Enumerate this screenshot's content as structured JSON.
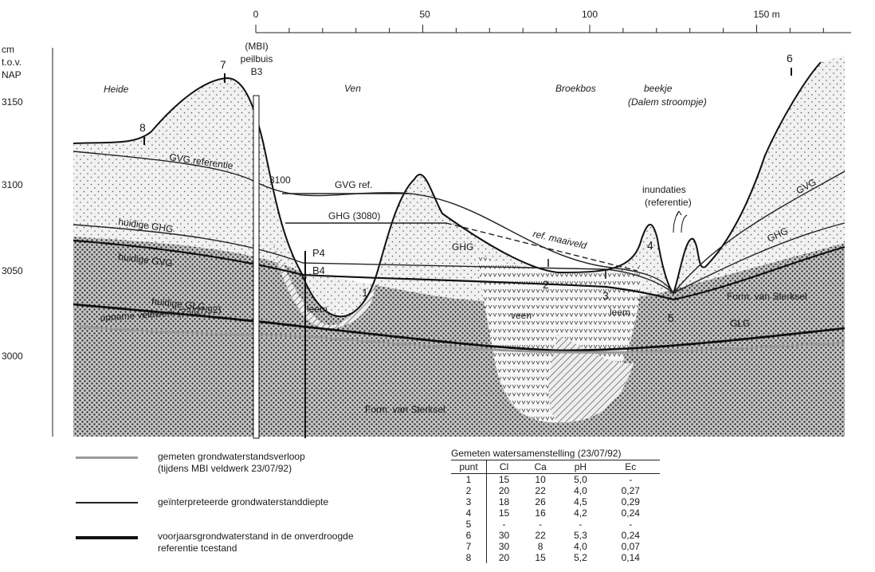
{
  "scale": {
    "ticks": [
      "0",
      "50",
      "100",
      "150 m"
    ]
  },
  "yaxis": {
    "title": [
      "cm",
      "t.o.v.",
      "NAP"
    ],
    "ticks": [
      "3150",
      "3100",
      "3050",
      "3000"
    ]
  },
  "places": {
    "heide": "Heide",
    "ven": "Ven",
    "broekbos": "Broekbos",
    "beekje": "beekje",
    "beekje_sub": "(Dalem stroompje)"
  },
  "piezometer": {
    "line1": "(MBI)",
    "line2": "peilbuis",
    "line3": "B3",
    "level": "3100"
  },
  "borehole": {
    "p": "P4",
    "b": "B4"
  },
  "points": [
    "1",
    "2",
    "3",
    "4",
    "5",
    "6",
    "7",
    "8"
  ],
  "labels": {
    "gvg_referentie": "GVG referentie",
    "gvg_ref": "GVG ref.",
    "ghg_3080": "GHG (3080)",
    "ref_maaiveld": "ref. maaiveld",
    "huidige_ghg": "huidige GHG",
    "huidige_gvg": "huidige GVG",
    "huidige_glg": "huidige GLG",
    "opname_veldwerk": "opname veldwerk (23/07/92)",
    "ghg": "GHG",
    "gvg": "GVG",
    "glg": "GLG",
    "leem1": "leem",
    "leem2": "leem",
    "veen": "veen",
    "inundaties1": "inundaties",
    "inundaties2": "(referentie)",
    "form_sterksel_1": "Form. van Sterksel",
    "form_sterksel_2": "Form. van Sterksel"
  },
  "legend": [
    {
      "text": "gemeten grondwaterstandsverloop\n(tijdens MBI veldwerk 23/07/92)"
    },
    {
      "text": "geïnterpreteerde grondwaterstanddiepte"
    },
    {
      "text": "voorjaarsgrondwaterstand in de onverdroogde\nreferentie tcestand"
    }
  ],
  "table": {
    "title": "Gemeten watersamenstelling (23/07/92)",
    "headers": [
      "punt",
      "Cl",
      "Ca",
      "pH",
      "Ec"
    ],
    "rows": [
      [
        "1",
        "15",
        "10",
        "5,0",
        "-"
      ],
      [
        "2",
        "20",
        "22",
        "4,0",
        "0,27"
      ],
      [
        "3",
        "18",
        "26",
        "4,5",
        "0,29"
      ],
      [
        "4",
        "15",
        "16",
        "4,2",
        "0,24"
      ],
      [
        "5",
        "-",
        "-",
        "-",
        "-"
      ],
      [
        "6",
        "30",
        "22",
        "5,3",
        "0,24"
      ],
      [
        "7",
        "30",
        "8",
        "4,0",
        "0,07"
      ],
      [
        "8",
        "20",
        "15",
        "5,2",
        "0,14"
      ]
    ]
  }
}
